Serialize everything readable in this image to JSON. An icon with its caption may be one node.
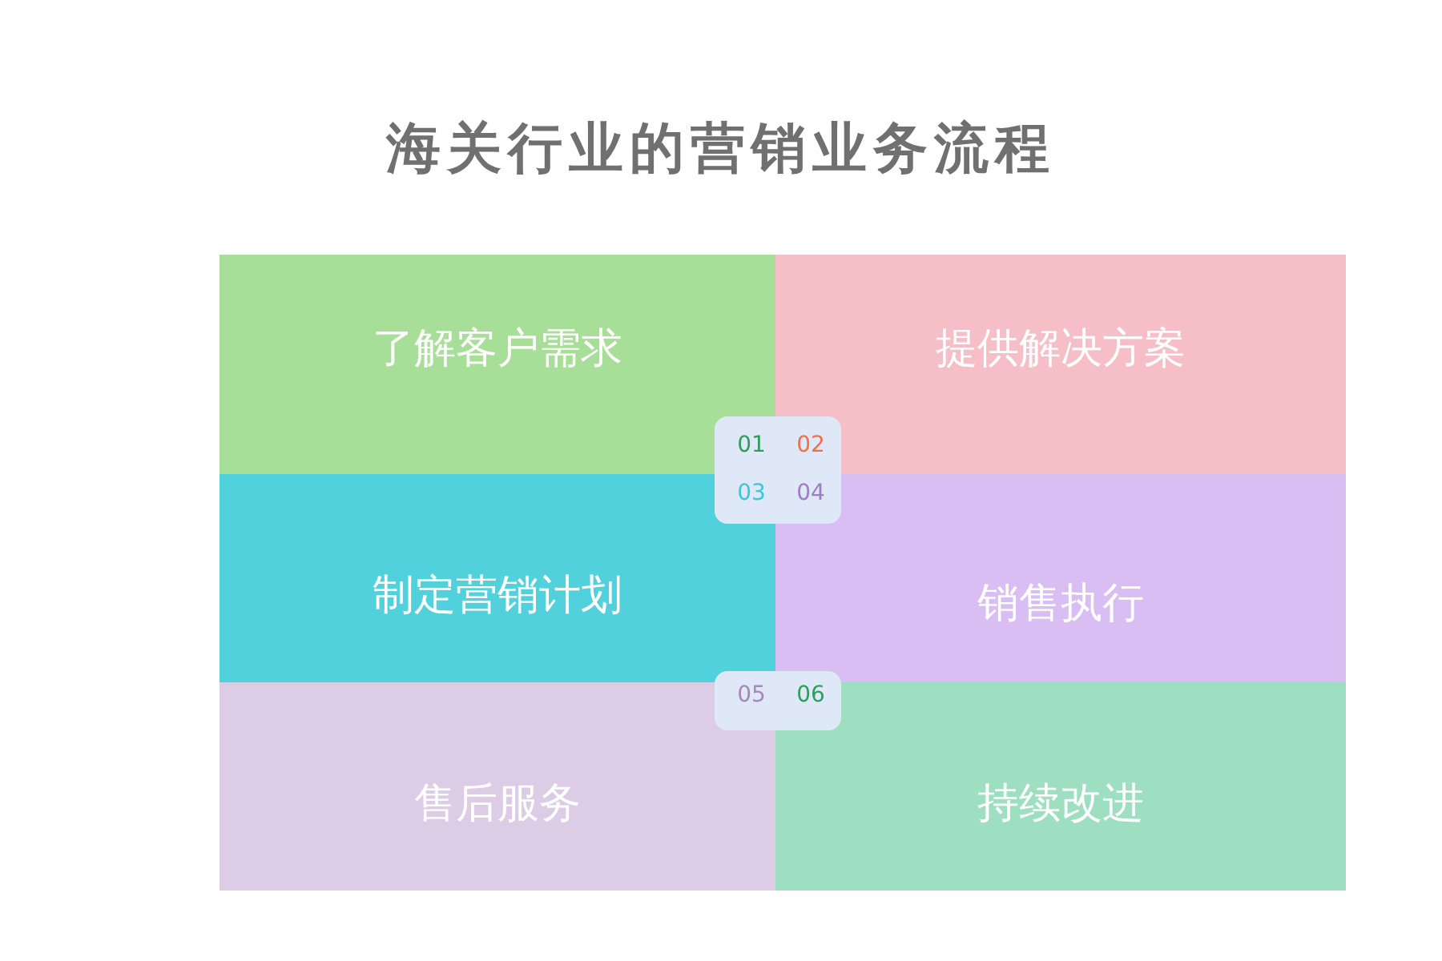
{
  "diagram": {
    "title": "海关行业的营销业务流程",
    "nodes": [
      {
        "text": [
          "了解客户需求"
        ]
      },
      {
        "text": [
          "提供解决方案"
        ]
      },
      {
        "text": [
          "制定营销计划"
        ]
      },
      {
        "text": [
          "销售执行"
        ]
      },
      {
        "text": [
          "售后服务"
        ]
      },
      {
        "text": [
          "持续改进"
        ]
      },
      {
        "text": [
          "01",
          "02",
          "03",
          "04"
        ]
      },
      {
        "text": [
          "05",
          "06"
        ]
      }
    ],
    "edges": []
  }
}
